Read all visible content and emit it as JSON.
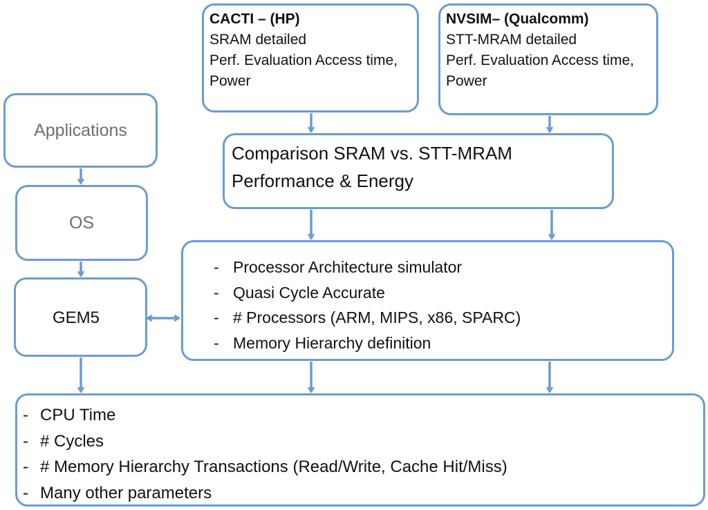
{
  "cacti": {
    "title": "CACTI – (HP)",
    "lines": [
      "SRAM detailed",
      "Perf. Evaluation Access time,",
      "Power"
    ]
  },
  "nvsim": {
    "title": "NVSIM– (Qualcomm)",
    "lines": [
      "STT-MRAM detailed",
      "Perf. Evaluation Access time,",
      "Power"
    ]
  },
  "comparison": {
    "lines": [
      "Comparison SRAM vs. STT-MRAM",
      "Performance & Energy"
    ]
  },
  "applications": "Applications",
  "os": "OS",
  "gem5": "GEM5",
  "bullet_dash": "-",
  "architecture": {
    "items": [
      "Processor Architecture simulator",
      "Quasi Cycle Accurate",
      "# Processors (ARM, MIPS, x86, SPARC)",
      "Memory Hierarchy definition"
    ]
  },
  "outputs": {
    "items": [
      "CPU Time",
      "# Cycles",
      "# Memory Hierarchy Transactions (Read/Write, Cache Hit/Miss)",
      "Many other parameters"
    ]
  },
  "colors": {
    "border": "#6b9bd2",
    "arrow": "#6b9bd2",
    "muted_text": "#6e6e6e"
  }
}
